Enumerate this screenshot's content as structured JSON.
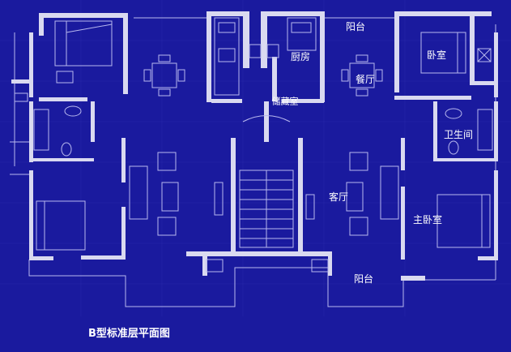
{
  "plan": {
    "caption": "B型标准层平面图",
    "rooms": {
      "balcony_top": "阳台",
      "kitchen": "厨房",
      "storage": "储藏室",
      "dining": "餐厅",
      "bedroom": "卧室",
      "bathroom": "卫生间",
      "living": "客厅",
      "master_bedroom": "主卧室",
      "balcony_bottom": "阳台"
    },
    "colors": {
      "background": "#1a1a9e",
      "wall": "#d9d9f0",
      "line": "#b8b8ee",
      "grid": "#4040c0"
    }
  }
}
